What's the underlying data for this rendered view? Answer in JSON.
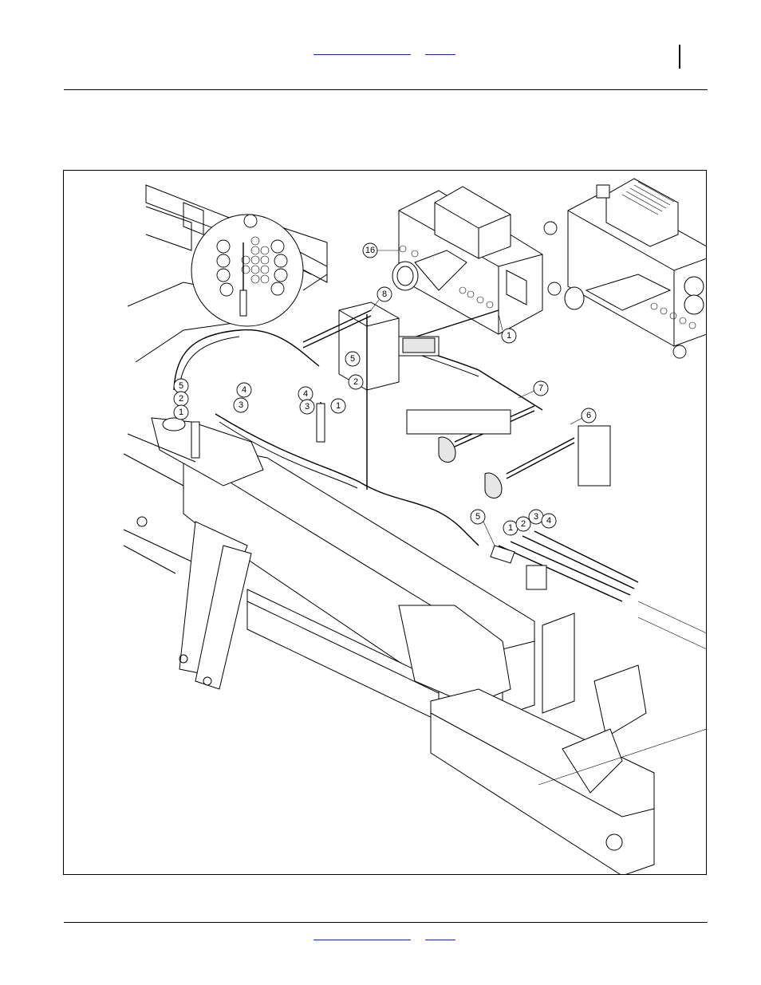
{
  "header": {
    "link_1": "",
    "link_2": ""
  },
  "footer": {
    "link_1": "",
    "link_2": ""
  },
  "figure": {
    "callouts": [
      "1",
      "2",
      "3",
      "4",
      "5",
      "6",
      "7",
      "8",
      "16"
    ]
  }
}
